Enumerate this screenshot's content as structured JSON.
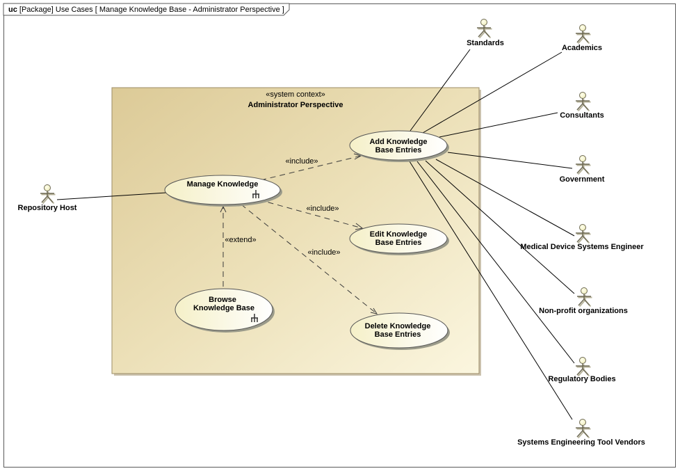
{
  "frame": {
    "kind": "uc",
    "title": "[Package] Use Cases [ Manage Knowledge Base - Administrator Perspective ]"
  },
  "system": {
    "stereotype": "«system context»",
    "name": "Administrator Perspective"
  },
  "use_cases": [
    {
      "id": "manage",
      "lines": [
        "Manage Knowledge"
      ],
      "has_subdiagram_icon": true
    },
    {
      "id": "add",
      "lines": [
        "Add Knowledge",
        "Base Entries"
      ],
      "has_subdiagram_icon": false
    },
    {
      "id": "edit",
      "lines": [
        "Edit Knowledge",
        "Base Entries"
      ],
      "has_subdiagram_icon": false
    },
    {
      "id": "delete",
      "lines": [
        "Delete Knowledge",
        "Base Entries"
      ],
      "has_subdiagram_icon": false
    },
    {
      "id": "browse",
      "lines": [
        "Browse",
        "Knowledge Base"
      ],
      "has_subdiagram_icon": true
    }
  ],
  "actors": [
    {
      "id": "repository-host",
      "name": "Repository Host"
    },
    {
      "id": "standards",
      "name": "Standards"
    },
    {
      "id": "academics",
      "name": "Academics"
    },
    {
      "id": "consultants",
      "name": "Consultants"
    },
    {
      "id": "government",
      "name": "Government"
    },
    {
      "id": "medical-device-systems-engineer",
      "name": "Medical Device Systems Engineer"
    },
    {
      "id": "non-profit-organizations",
      "name": "Non-profit organizations"
    },
    {
      "id": "regulatory-bodies",
      "name": "Regulatory Bodies"
    },
    {
      "id": "systems-engineering-tool-vendors",
      "name": "Systems Engineering Tool Vendors"
    }
  ],
  "relationships": [
    {
      "type": "include",
      "label": "«include»",
      "from": "manage",
      "to": "add"
    },
    {
      "type": "include",
      "label": "«include»",
      "from": "manage",
      "to": "edit"
    },
    {
      "type": "include",
      "label": "«include»",
      "from": "manage",
      "to": "delete"
    },
    {
      "type": "extend",
      "label": "«extend»",
      "from": "browse",
      "to": "manage"
    }
  ],
  "associations": [
    {
      "actor": "repository-host",
      "use_case": "manage"
    },
    {
      "actor": "standards",
      "use_case": "add"
    },
    {
      "actor": "academics",
      "use_case": "add"
    },
    {
      "actor": "consultants",
      "use_case": "add"
    },
    {
      "actor": "government",
      "use_case": "add"
    },
    {
      "actor": "medical-device-systems-engineer",
      "use_case": "add"
    },
    {
      "actor": "non-profit-organizations",
      "use_case": "add"
    },
    {
      "actor": "regulatory-bodies",
      "use_case": "add"
    },
    {
      "actor": "systems-engineering-tool-vendors",
      "use_case": "add"
    }
  ]
}
